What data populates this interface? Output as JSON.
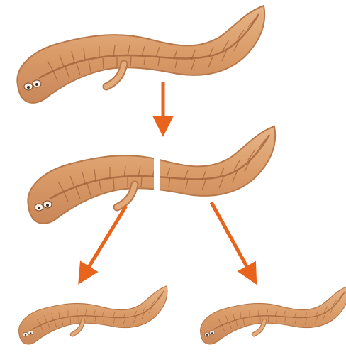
{
  "diagram": {
    "stages": [
      "whole-planarian",
      "cut-planarian",
      "regenerated-head-piece",
      "regenerated-tail-piece"
    ],
    "colors": {
      "body": "#dba06f",
      "body_edge": "#b9784a",
      "vein": "#a4623a",
      "arrow": "#e8641c",
      "eye_white": "#f4eee4",
      "cut_gap": "#ffffff"
    },
    "icons": [
      "planarian-icon",
      "down-arrow-icon",
      "diagonal-arrow-icon",
      "cut-line-icon"
    ]
  }
}
